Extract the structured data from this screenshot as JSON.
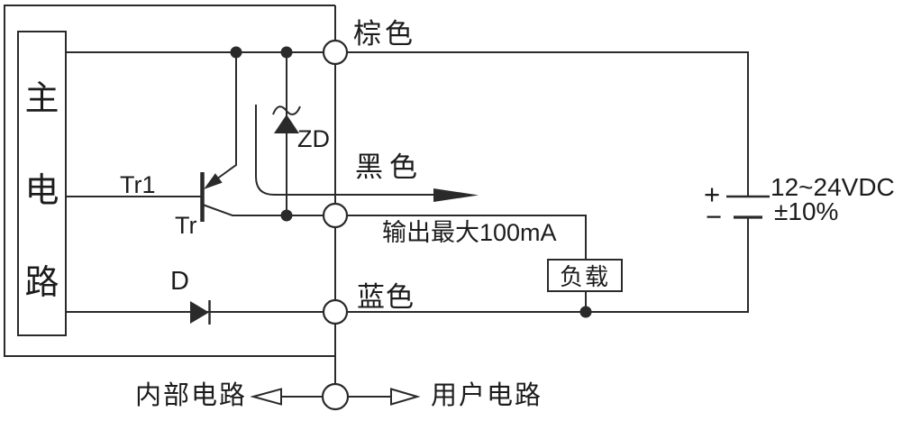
{
  "diagram": {
    "type": "sensor-output-wiring-diagram",
    "colors": {
      "line": "#2a2a2a",
      "background": "#ffffff",
      "text": "#1c1c1c"
    },
    "main_circuit": {
      "label": "主电路",
      "chars": [
        "主",
        "电",
        "路"
      ]
    },
    "wires": {
      "brown": "棕色",
      "black": "黑色",
      "blue": "蓝色"
    },
    "components": {
      "transistor_ref": "Tr1",
      "transistor": "Tr",
      "zener": "ZD",
      "diode": "D",
      "load": "负载"
    },
    "annotations": {
      "output_max": "输出最大100mA",
      "internal_circuit": "内部电路",
      "user_circuit": "用户电路"
    },
    "power_supply": {
      "plus": "+",
      "minus": "−",
      "voltage": "12~24VDC",
      "tolerance": "±10%"
    }
  }
}
